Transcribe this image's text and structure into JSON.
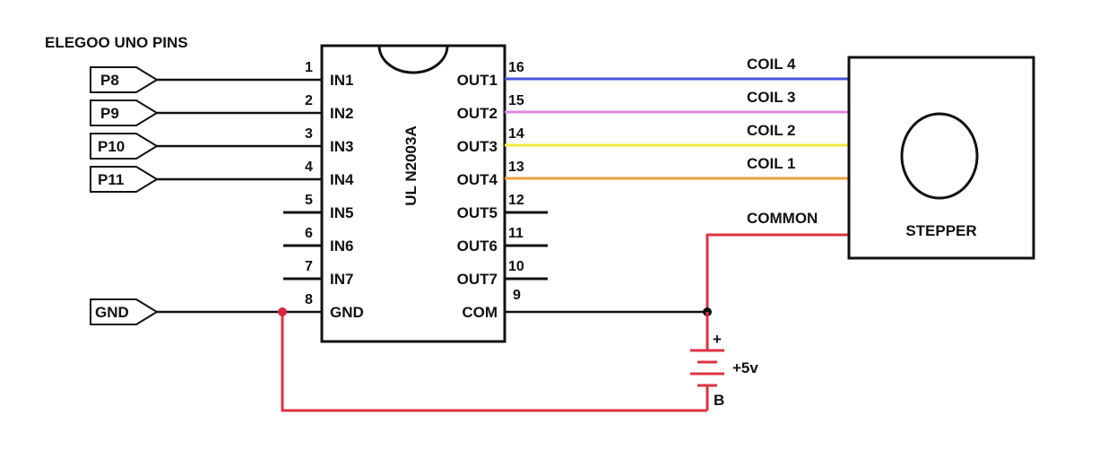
{
  "header": {
    "title": "ELEGOO UNO PINS"
  },
  "arduino_pins": [
    {
      "label": "P8"
    },
    {
      "label": "P9"
    },
    {
      "label": "P10"
    },
    {
      "label": "P11"
    },
    {
      "label": "GND"
    }
  ],
  "chip": {
    "name": "UL N2003A",
    "left_pins": [
      {
        "num": "1",
        "label": "IN1"
      },
      {
        "num": "2",
        "label": "IN2"
      },
      {
        "num": "3",
        "label": "IN3"
      },
      {
        "num": "4",
        "label": "IN4"
      },
      {
        "num": "5",
        "label": "IN5"
      },
      {
        "num": "6",
        "label": "IN6"
      },
      {
        "num": "7",
        "label": "IN7"
      },
      {
        "num": "8",
        "label": "GND"
      }
    ],
    "right_pins": [
      {
        "num": "16",
        "label": "OUT1"
      },
      {
        "num": "15",
        "label": "OUT2"
      },
      {
        "num": "14",
        "label": "OUT3"
      },
      {
        "num": "13",
        "label": "OUT4"
      },
      {
        "num": "12",
        "label": "OUT5"
      },
      {
        "num": "11",
        "label": "OUT6"
      },
      {
        "num": "10",
        "label": "OUT7"
      },
      {
        "num": "9",
        "label": "COM"
      }
    ]
  },
  "wires": [
    {
      "label": "COIL 4",
      "color": "#4455dd"
    },
    {
      "label": "COIL 3",
      "color": "#dd88dd"
    },
    {
      "label": "COIL 2",
      "color": "#f2ea3a"
    },
    {
      "label": "COIL 1",
      "color": "#f0a040"
    },
    {
      "label": "COMMON",
      "color": "#dd3344"
    }
  ],
  "stepper": {
    "label": "STEPPER"
  },
  "battery": {
    "plus": "+",
    "voltage": "+5v",
    "label": "B"
  },
  "colors": {
    "line": "#111111",
    "supply": "#dd3344",
    "junction_gnd": "#dd2244"
  }
}
